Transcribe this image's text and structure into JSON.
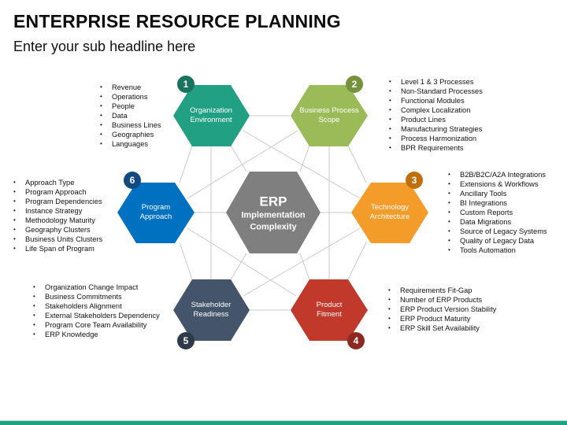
{
  "header": {
    "title": "ENTERPRISE RESOURCE PLANNING",
    "subtitle": "Enter your sub headline here"
  },
  "center": {
    "title": "ERP",
    "line1": "Implementation",
    "line2": "Complexity",
    "color": "#7f7f7f"
  },
  "nodes": [
    {
      "number": "1",
      "line1": "Organization",
      "line2": "Environment",
      "color": "#22a084",
      "badge_color": "#1a735f",
      "bullets": [
        "Revenue",
        "Operations",
        "People",
        "Data",
        "Business Lines",
        "Geographies",
        "Languages"
      ]
    },
    {
      "number": "2",
      "line1": "Business Process",
      "line2": "Scope",
      "color": "#9bbb59",
      "badge_color": "#76923c",
      "bullets": [
        "Level 1 & 3 Processes",
        "Non-Standard Processes",
        "Functional Modules",
        "Complex Localization",
        "Product Lines",
        "Manufacturing Strategies",
        "Process Harmonization",
        "BPR Requirements"
      ]
    },
    {
      "number": "3",
      "line1": "Technology",
      "line2": "Architecture",
      "color": "#f39c2a",
      "badge_color": "#c06f0f",
      "bullets": [
        "B2B/B2C/A2A Integrations",
        "Extensions & Workflows",
        "Ancillary Tools",
        "BI Integrations",
        "Custom Reports",
        "Data Migrations",
        "Source of Legacy Systems",
        "Quality of Legacy Data",
        "Tools Automation"
      ]
    },
    {
      "number": "4",
      "line1": "Product",
      "line2": "Fitment",
      "color": "#c0392b",
      "badge_color": "#8c2a21",
      "bullets": [
        "Requirements Fit-Gap",
        "Number of ERP Products",
        "ERP Product Version Stability",
        "ERP Product Maturity",
        "ERP Skill Set Availability"
      ]
    },
    {
      "number": "5",
      "line1": "Stakeholder",
      "line2": "Readiness",
      "color": "#44546a",
      "badge_color": "#2e3a4b",
      "bullets": [
        "Organization Change Impact",
        "Business Commitments",
        "Stakeholders Alignment",
        "External Stakeholders Dependency",
        "Program Core Team Availability",
        "ERP Knowledge"
      ]
    },
    {
      "number": "6",
      "line1": "Program",
      "line2": "Approach",
      "color": "#0070c0",
      "badge_color": "#124a80",
      "bullets": [
        "Approach Type",
        "Program Approach",
        "Program Dependencies",
        "Instance Strategy",
        "Methodology Maturity",
        "Geography Clusters",
        "Business Units Clusters",
        "Life Span of Program"
      ]
    }
  ],
  "accent_color": "#22a084"
}
